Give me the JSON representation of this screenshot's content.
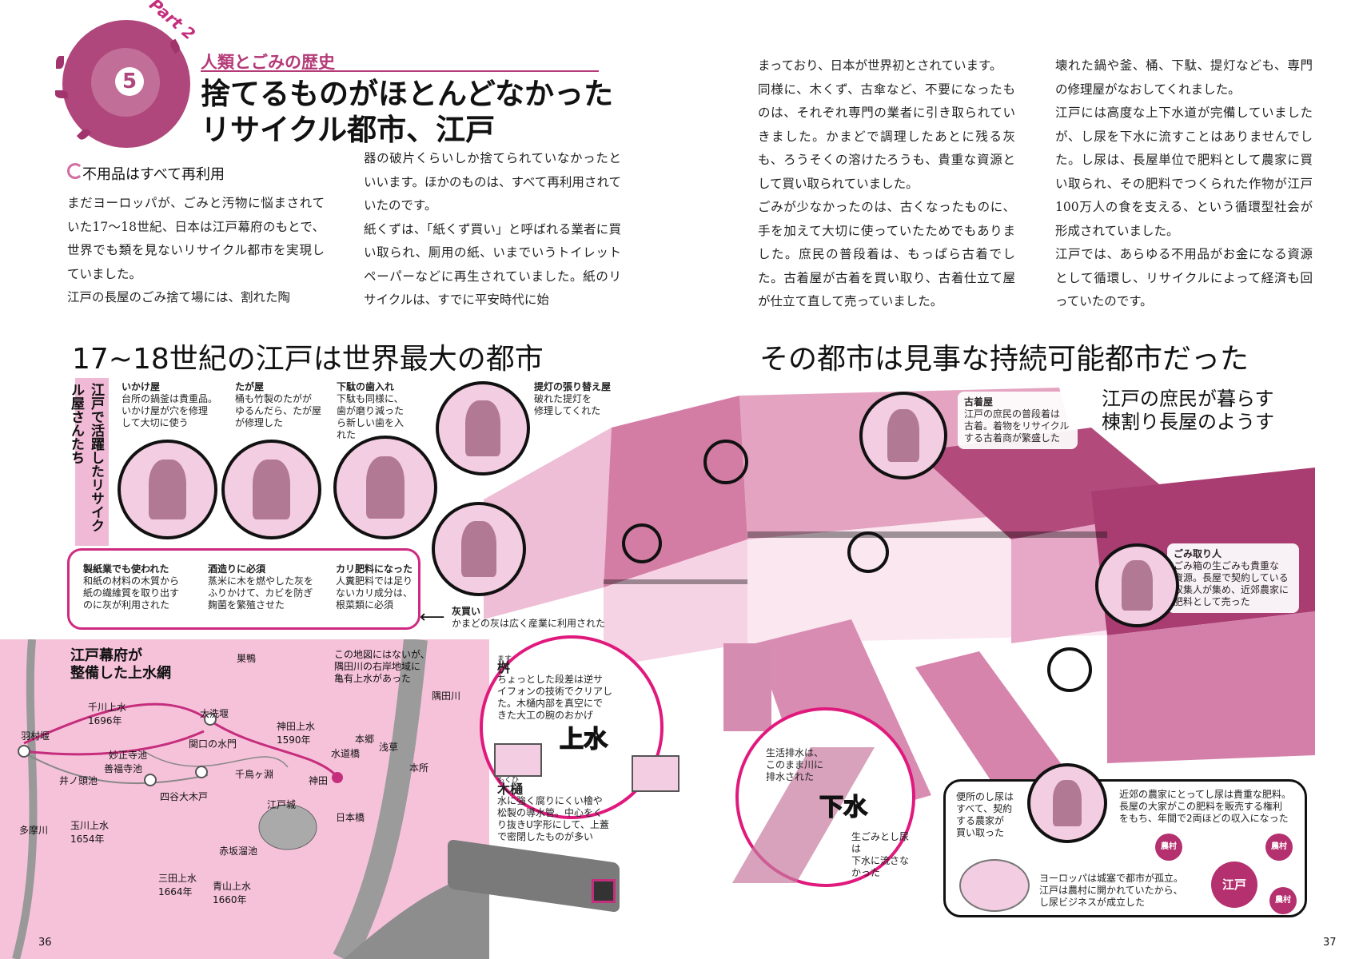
{
  "header": {
    "part_label": "Part 2",
    "number": "5",
    "subtitle": "人類とごみの歴史",
    "title_line1": "捨てるものがほとんどなかった",
    "title_line2": "リサイクル都市、江戸"
  },
  "section": {
    "heading": "不用品はすべて再利用"
  },
  "columns": {
    "col1": "まだヨーロッパが、ごみと汚物に悩まされていた17〜18世紀、日本は江戸幕府のもとで、世界でも類を見ないリサイクル都市を実現していました。\n江戸の長屋のごみ捨て場には、割れた陶",
    "col2": "器の破片くらいしか捨てられていなかったといいます。ほかのものは、すべて再利用されていたのです。\n紙くずは、「紙くず買い」と呼ばれる業者に買い取られ、厠用の紙、いまでいうトイレットペーパーなどに再生されていました。紙のリサイクルは、すでに平安時代に始",
    "col3": "まっており、日本が世界初とされています。\n同様に、木くず、古傘など、不要になったものは、それぞれ専門の業者に引き取られていきました。かまどで調理したあとに残る灰も、ろうそくの溶けたろうも、貴重な資源として買い取られていました。\nごみが少なかったのは、古くなったものに、手を加えて大切に使っていたためでもありました。庶民の普段着は、もっぱら古着でした。古着屋が古着を買い取り、古着仕立て屋が仕立て直して売っていました。",
    "col4": "壊れた鍋や釜、桶、下駄、提灯なども、専門の修理屋がなおしてくれました。\n江戸には高度な上下水道が完備していましたが、し尿を下水に流すことはありませんでした。し尿は、長屋単位で肥料として農家に買い取られ、その肥料でつくられた作物が江戸100万人の食を支える、という循環型社会が形成されていました。\n江戸では、あらゆる不用品がお金になる資源として循環し、リサイクルによって経済も回っていたのです。"
  },
  "big_heads": {
    "left": "17~18世紀の江戸は世界最大の都市",
    "right": "その都市は見事な持続可能都市だった"
  },
  "vertical_tag": "江戸で活躍したリサイクル屋さんたち",
  "recyclers": [
    {
      "title": "いかけ屋",
      "text": "台所の鍋釜は貴重品。\nいかけ屋が穴を修理\nして大切に使う"
    },
    {
      "title": "たが屋",
      "text": "桶も竹製のたがが\nゆるんだら、たが屋\nが修理した"
    },
    {
      "title": "下駄の歯入れ",
      "text": "下駄も同様に、\n歯が磨り減った\nら新しい歯を入\nれた"
    },
    {
      "title": "提灯の張り替え屋",
      "text": "破れた提灯を\n修理してくれた"
    }
  ],
  "ash_uses": [
    {
      "title": "製紙業でも使われた",
      "text": "和紙の材料の木質から\n紙の繊維質を取り出す\nのに灰が利用された"
    },
    {
      "title": "酒造りに必須",
      "text": "蒸米に木を燃やした灰を\nふりかけて、カビを防ぎ\n麹菌を繁殖させた"
    },
    {
      "title": "カリ肥料になった",
      "text": "人糞肥料では足り\nないカリ成分は、\n根菜類に必須"
    }
  ],
  "haigai": {
    "title": "灰買い",
    "text": "かまどの灰は広く産業に利用された"
  },
  "furugiya": {
    "title": "古着屋",
    "text": "江戸の庶民の普段着は\n古着。着物をリサイクル\nする古着商が繁盛した"
  },
  "nagaya_caption": "江戸の庶民が暮らす\n棟割り長屋のようす",
  "gomitori": {
    "title": "ごみ取り人",
    "text": "ごみ箱の生ごみも貴重な\n資源。長屋で契約している\n収集人が集め、近郊農家に\n肥料として売った"
  },
  "map": {
    "title": "江戸幕府が\n整備した上水網",
    "note": "この地図にはないが、\n隅田川の右岸地域に\n亀有上水があった",
    "labels": [
      "巣鴨",
      "隅田川",
      "千川上水\n1696年",
      "大洗堰",
      "神田上水\n1590年",
      "本郷",
      "羽村堰",
      "妙正寺池",
      "善福寺池",
      "関口の水門",
      "水道橋",
      "浅草",
      "井ノ頭池",
      "千鳥ヶ淵",
      "神田",
      "本所",
      "四谷大木戸",
      "江戸城",
      "日本橋",
      "多摩川",
      "玉川上水\n1654年",
      "赤坂溜池",
      "三田上水\n1664年",
      "青山上水\n1660年"
    ]
  },
  "masu": {
    "ruby": "ます",
    "title": "桝",
    "text": "ちょっとした段差は逆サ\nイフォンの技術でクリアし\nた。木樋内部を真空にで\nきた大工の腕のおかげ"
  },
  "mokuhi": {
    "ruby": "もくひ",
    "title": "木樋",
    "text": "水に強く腐りにくい檜や\n松製の導水管。中心をく\nり抜きU字形にして、上蓋\nで密閉したものが多い"
  },
  "josui_label": "上水",
  "gesui": {
    "label": "下水",
    "text1": "生活排水は、\nこのまま川に\n排水された",
    "text2": "生ごみとし尿は\n下水に流さな\nかった"
  },
  "benjo": {
    "left": "便所のし尿は\nすべて、契約\nする農家が\n買い取った",
    "right": "近郊の農家にとってし尿は貴重な肥料。\n長屋の大家がこの肥料を販売する権利\nをもち、年間で2両ほどの収入になった",
    "europe": "ヨーロッパは城塞で都市が孤立。\n江戸は農村に開かれていたから、\nし尿ビジネスが成立した",
    "center": "江戸",
    "farm": "農村"
  },
  "pages": {
    "left": "36",
    "right": "37"
  },
  "colors": {
    "accent": "#c52e7d",
    "pink_bg": "#f6c2da",
    "house": "#b0477c"
  }
}
